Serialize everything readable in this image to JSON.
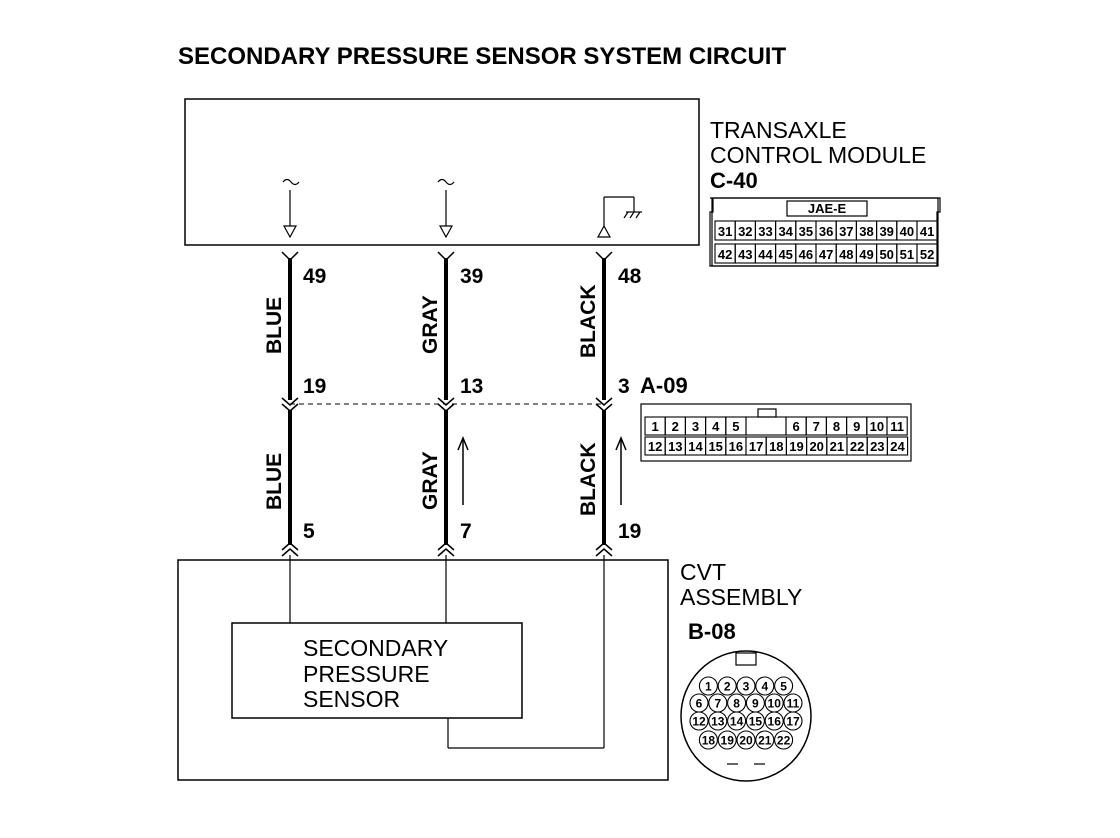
{
  "title": "SECONDARY PRESSURE SENSOR SYSTEM CIRCUIT",
  "tcm": {
    "name_line1": "TRANSAXLE",
    "name_line2": "CONTROL MODULE",
    "connector_id": "C-40",
    "connector_code": "JAE-E",
    "row1": [
      "31",
      "32",
      "33",
      "34",
      "35",
      "36",
      "37",
      "38",
      "39",
      "40",
      "41"
    ],
    "row2": [
      "42",
      "43",
      "44",
      "45",
      "46",
      "47",
      "48",
      "49",
      "50",
      "51",
      "52"
    ]
  },
  "inline_connector": {
    "id": "A-09",
    "row1": [
      "1",
      "2",
      "3",
      "4",
      "5",
      "",
      "6",
      "7",
      "8",
      "9",
      "10",
      "11"
    ],
    "row2": [
      "12",
      "13",
      "14",
      "15",
      "16",
      "17",
      "18",
      "19",
      "20",
      "21",
      "22",
      "23",
      "24"
    ]
  },
  "cvt": {
    "name_line1": "CVT",
    "name_line2": "ASSEMBLY",
    "connector_id": "B-08",
    "rows": [
      [
        "1",
        "2",
        "3",
        "4",
        "5"
      ],
      [
        "6",
        "7",
        "8",
        "9",
        "10",
        "11"
      ],
      [
        "12",
        "13",
        "14",
        "15",
        "16",
        "17"
      ],
      [
        "18",
        "19",
        "20",
        "21",
        "22"
      ]
    ]
  },
  "sensor": {
    "line1": "SECONDARY",
    "line2": "PRESSURE",
    "line3": "SENSOR"
  },
  "wires": [
    {
      "tcm_pin": "49",
      "upper_color": "BLUE",
      "a09_pin": "19",
      "lower_color": "BLUE",
      "b08_pin": "5"
    },
    {
      "tcm_pin": "39",
      "upper_color": "GRAY",
      "a09_pin": "13",
      "lower_color": "GRAY",
      "b08_pin": "7"
    },
    {
      "tcm_pin": "48",
      "upper_color": "BLACK",
      "a09_pin": "3",
      "lower_color": "BLACK",
      "b08_pin": "19"
    }
  ]
}
